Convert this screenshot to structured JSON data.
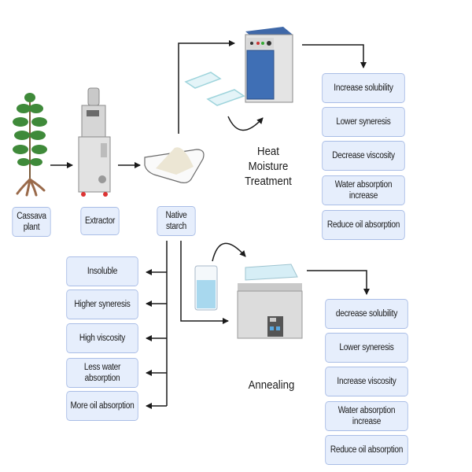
{
  "title": "Cassava starch modification process",
  "source_steps": {
    "cassava_plant": "Cassava plant",
    "extractor": "Extractor",
    "native_starch": "Native starch"
  },
  "native_properties": [
    "Insoluble",
    "Higher syneresis",
    "High viscosity",
    "Less water absorption",
    "More oil absorption"
  ],
  "hmt": {
    "label": "Heat Moisture Treatment",
    "effects": [
      "Increase solubility",
      "Lower syneresis",
      "Decrease viscosity",
      "Water absorption increase",
      "Reduce oil absorption"
    ]
  },
  "annealing": {
    "label": "Annealing",
    "effects": [
      "decrease solubility",
      "Lower syneresis",
      "Increase viscosity",
      "Water absorption increase",
      "Reduce oil absorption"
    ]
  },
  "icons": [
    "cassava-plant-icon",
    "extractor-machine-icon",
    "starch-tray-icon",
    "oven-icon",
    "glass-tray-icon",
    "beaker-icon",
    "water-bath-icon"
  ]
}
